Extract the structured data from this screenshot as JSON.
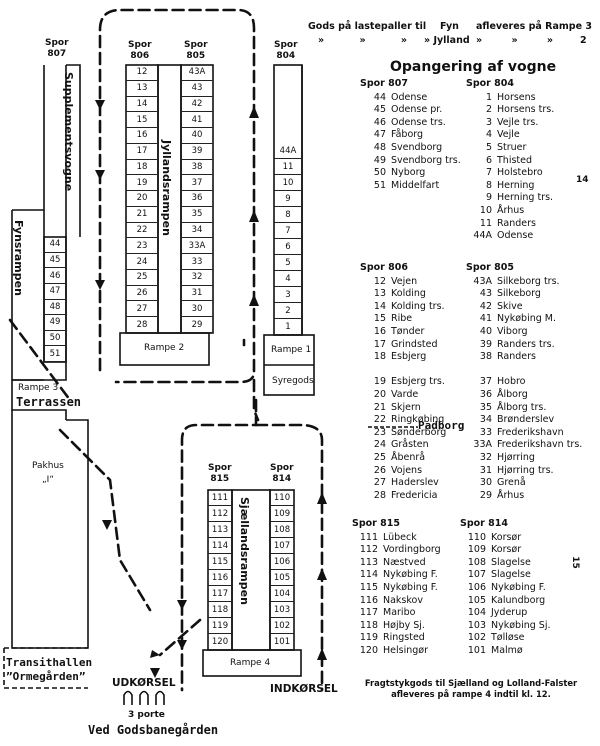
{
  "header": {
    "line1_left": "Gods på lastepaller til",
    "line1_fyn": "Fyn",
    "line1_right": "afleveres på Rampe 3",
    "line2_ditto": "» » »",
    "line2_jylland": "» Jylland",
    "line2_ditto2": "» » »",
    "line2_num": "2"
  },
  "title": "Opangering af vogne",
  "page_numbers": {
    "right_top": "14",
    "right_bottom": "15"
  },
  "spor_labels": {
    "spor807": [
      "Spor",
      "807"
    ],
    "spor806": [
      "Spor",
      "806"
    ],
    "spor805": [
      "Spor",
      "805"
    ],
    "spor804": [
      "Spor",
      "804"
    ],
    "spor815": [
      "Spor",
      "815"
    ],
    "spor814": [
      "Spor",
      "814"
    ]
  },
  "tracks": {
    "t806": [
      "12",
      "13",
      "14",
      "15",
      "16",
      "17",
      "18",
      "19",
      "20",
      "21",
      "22",
      "23",
      "24",
      "25",
      "26",
      "27",
      "28"
    ],
    "t805": [
      "43A",
      "43",
      "42",
      "41",
      "40",
      "39",
      "38",
      "37",
      "36",
      "35",
      "34",
      "33A",
      "33",
      "32",
      "31",
      "30",
      "29"
    ],
    "t804": [
      "44A",
      "11",
      "10",
      "9",
      "8",
      "7",
      "6",
      "5",
      "4",
      "3",
      "2",
      "1"
    ],
    "t807": [
      "44",
      "45",
      "46",
      "47",
      "48",
      "49",
      "50",
      "51"
    ],
    "t815": [
      "111",
      "112",
      "113",
      "114",
      "115",
      "116",
      "117",
      "118",
      "119",
      "120"
    ],
    "t814": [
      "110",
      "109",
      "108",
      "107",
      "106",
      "105",
      "104",
      "103",
      "102",
      "101"
    ]
  },
  "areas": {
    "supplementsvogne": "Supplementsvogne",
    "jyllandsrampen": "Jyllandsrampen",
    "fynsrampen": "Fynsrampen",
    "sjaellandsrampen": "Sjællandsrampen",
    "rampe1": "Rampe 1",
    "rampe2": "Rampe 2",
    "rampe3": "Rampe 3",
    "rampe4": "Rampe 4",
    "syregods": "Syregods",
    "terrassen": "Terrassen",
    "pakhus": "Pakhus",
    "pakhus_sub": "„I“",
    "transithallen": "Transithallen",
    "ormegaarden": "”Ormegården”",
    "udkorsel": "UDKØRSEL",
    "indkorsel": "INDKØRSEL",
    "porte": "3 porte",
    "godsbanegaarden": "Ved Godsbanegården",
    "padborg": "Padborg"
  },
  "lists": {
    "s807": {
      "head": "Spor 807",
      "rows": [
        [
          "44",
          "Odense"
        ],
        [
          "45",
          "Odense pr."
        ],
        [
          "46",
          "Odense trs."
        ],
        [
          "47",
          "Fåborg"
        ],
        [
          "48",
          "Svendborg"
        ],
        [
          "49",
          "Svendborg trs."
        ],
        [
          "50",
          "Nyborg"
        ],
        [
          "51",
          "Middelfart"
        ]
      ]
    },
    "s804": {
      "head": "Spor 804",
      "rows": [
        [
          "1",
          "Horsens"
        ],
        [
          "2",
          "Horsens trs."
        ],
        [
          "3",
          "Vejle trs."
        ],
        [
          "4",
          "Vejle"
        ],
        [
          "5",
          "Struer"
        ],
        [
          "6",
          "Thisted"
        ],
        [
          "7",
          "Holstebro"
        ],
        [
          "8",
          "Herning"
        ],
        [
          "9",
          "Herning trs."
        ],
        [
          "10",
          "Århus"
        ],
        [
          "11",
          "Randers"
        ],
        [
          "44A",
          "Odense"
        ]
      ]
    },
    "s806": {
      "head": "Spor 806",
      "rows": [
        [
          "12",
          "Vejen"
        ],
        [
          "13",
          "Kolding"
        ],
        [
          "14",
          "Kolding trs."
        ],
        [
          "15",
          "Ribe"
        ],
        [
          "16",
          "Tønder"
        ],
        [
          "17",
          "Grindsted"
        ],
        [
          "18",
          "Esbjerg"
        ],
        [
          "",
          ""
        ],
        [
          "19",
          "Esbjerg trs."
        ],
        [
          "20",
          "Varde"
        ],
        [
          "21",
          "Skjern"
        ],
        [
          "22",
          "Ringkøbing"
        ],
        [
          "23",
          "Sønderborg"
        ],
        [
          "24",
          "Gråsten"
        ],
        [
          "25",
          "Åbenrå"
        ],
        [
          "26",
          "Vojens"
        ],
        [
          "27",
          "Haderslev"
        ],
        [
          "28",
          "Fredericia"
        ]
      ]
    },
    "s805": {
      "head": "Spor 805",
      "rows": [
        [
          "43A",
          "Silkeborg trs."
        ],
        [
          "43",
          "Silkeborg"
        ],
        [
          "42",
          "Skive"
        ],
        [
          "41",
          "Nykøbing M."
        ],
        [
          "40",
          "Viborg"
        ],
        [
          "39",
          "Randers trs."
        ],
        [
          "38",
          "Randers"
        ],
        [
          "",
          ""
        ],
        [
          "37",
          "Hobro"
        ],
        [
          "36",
          "Ålborg"
        ],
        [
          "35",
          "Ålborg trs."
        ],
        [
          "34",
          "Brønderslev"
        ],
        [
          "33",
          "Frederikshavn"
        ],
        [
          "33A",
          "Frederikshavn trs."
        ],
        [
          "32",
          "Hjørring"
        ],
        [
          "31",
          "Hjørring trs."
        ],
        [
          "30",
          "Grenå"
        ],
        [
          "29",
          "Århus"
        ]
      ]
    },
    "s815": {
      "head": "Spor 815",
      "rows": [
        [
          "111",
          "Lübeck"
        ],
        [
          "112",
          "Vordingborg"
        ],
        [
          "113",
          "Næstved"
        ],
        [
          "114",
          "Nykøbing F."
        ],
        [
          "115",
          "Nykøbing F."
        ],
        [
          "116",
          "Nakskov"
        ],
        [
          "117",
          "Maribo"
        ],
        [
          "118",
          "Højby Sj."
        ],
        [
          "119",
          "Ringsted"
        ],
        [
          "120",
          "Helsingør"
        ]
      ]
    },
    "s814": {
      "head": "Spor 814",
      "rows": [
        [
          "110",
          "Korsør"
        ],
        [
          "109",
          "Korsør"
        ],
        [
          "108",
          "Slagelse"
        ],
        [
          "107",
          "Slagelse"
        ],
        [
          "106",
          "Nykøbing F."
        ],
        [
          "105",
          "Kalundborg"
        ],
        [
          "104",
          "Jyderup"
        ],
        [
          "103",
          "Nykøbing Sj."
        ],
        [
          "102",
          "Tølløse"
        ],
        [
          "101",
          "Malmø"
        ]
      ]
    }
  },
  "footer_note": {
    "line1": "Fragtstykgods til Sjælland og Lolland-Falster",
    "line2": "afleveres på rampe 4 indtil kl. 12."
  }
}
